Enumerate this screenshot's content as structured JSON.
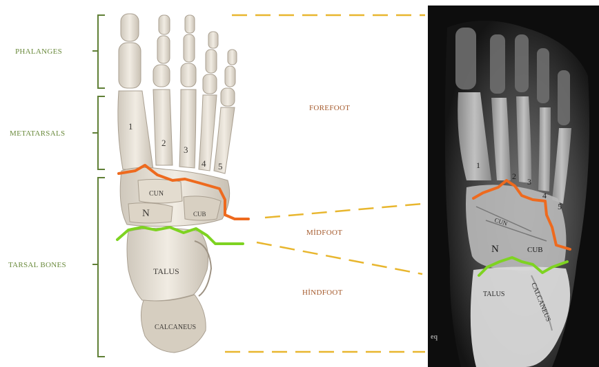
{
  "colors": {
    "group_label": "#6a8a3c",
    "bracket": "#5f7f35",
    "region_label": "#a4592b",
    "guide_dashes": "#e8b62e",
    "forefoot_boundary": "#ee6a1e",
    "hindfoot_boundary": "#7ed321",
    "xray_background": "#0d0d0d",
    "bone_fill": "#e7e0d4"
  },
  "bone_groups": {
    "phalanges": "PHALANGES",
    "metatarsals": "METATARSALS",
    "tarsal_bones": "TARSAL BONES"
  },
  "regions": {
    "forefoot": "FOREFOOT",
    "midfoot": "MİDFOOT",
    "hindfoot": "HİNDFOOT"
  },
  "model_labels": {
    "metatarsal_1": "1",
    "metatarsal_2": "2",
    "metatarsal_3": "3",
    "metatarsal_4": "4",
    "metatarsal_5": "5",
    "cuneiform": "CUN",
    "navicular": "N",
    "cuboid": "CUB",
    "talus": "TALUS",
    "calcaneus": "CALCANEUS"
  },
  "xray_labels": {
    "metatarsal_1": "1",
    "metatarsal_2": "2",
    "metatarsal_3": "3",
    "metatarsal_4": "4",
    "metatarsal_5": "5",
    "cuneiform": "CUN",
    "navicular": "N",
    "cuboid": "CUB",
    "talus": "TALUS",
    "calcaneus": "CALCANEUS",
    "marker": "eq"
  }
}
